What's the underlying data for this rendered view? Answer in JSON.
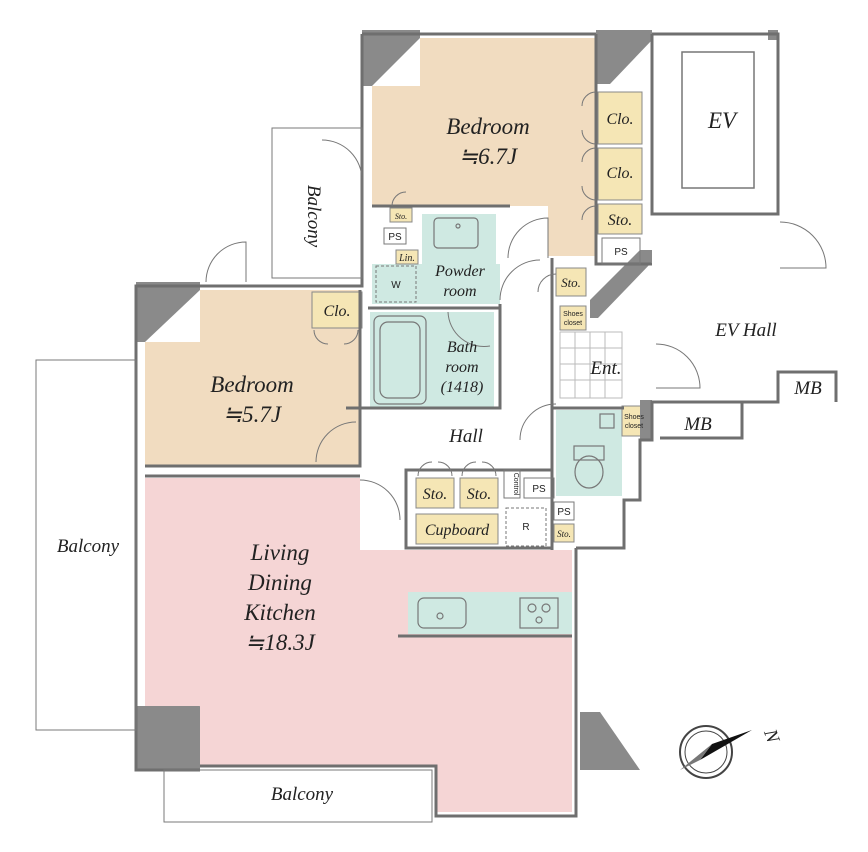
{
  "rooms": {
    "bedroom1": {
      "name": "Bedroom",
      "size": "≒6.7J"
    },
    "bedroom2": {
      "name": "Bedroom",
      "size": "≒5.7J"
    },
    "ldk": {
      "line1": "Living",
      "line2": "Dining",
      "line3": "Kitchen",
      "size": "≒18.3J"
    },
    "powder": {
      "line1": "Powder",
      "line2": "room"
    },
    "bath": {
      "line1": "Bath",
      "line2": "room",
      "line3": "(1418)"
    },
    "hall": "Hall",
    "entrance": "Ent.",
    "ev": "EV",
    "ev_hall": "EV Hall",
    "mb1": "MB",
    "mb2": "MB"
  },
  "balconies": {
    "top": "Balcony",
    "left": "Balcony",
    "bottom": "Balcony"
  },
  "storage": {
    "clo_1": "Clo.",
    "clo_2": "Clo.",
    "clo_3": "Clo.",
    "sto_bed1": "Sto.",
    "sto_small": "Sto.",
    "sto_hall": "Sto.",
    "sto_a": "Sto.",
    "sto_b": "Sto.",
    "sto_kitchen": "Sto.",
    "cupboard": "Cupboard",
    "lin": "Lin.",
    "shoes1_a": "Shoes",
    "shoes1_b": "closet",
    "shoes2_a": "Shoes",
    "shoes2_b": "closet",
    "control": "Control"
  },
  "misc": {
    "ps1": "PS",
    "ps2": "PS",
    "ps3": "PS",
    "ps4": "PS",
    "washer": "W",
    "fridge": "R",
    "compass": "N"
  },
  "colors": {
    "bedroom": "#f1dcc0",
    "ldk": "#f5d5d5",
    "wet": "#cfe9e2",
    "storage": "#f5e6b5",
    "wall": "#8a8a8a"
  }
}
